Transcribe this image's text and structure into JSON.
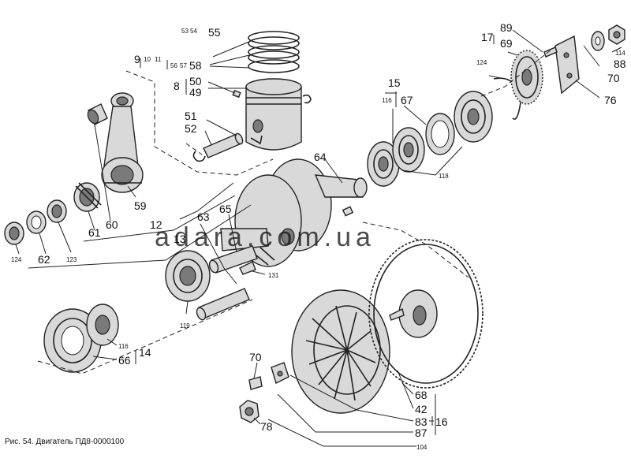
{
  "caption": "Рис. 54. Двигатель ПД8-0000100",
  "watermark": "adara.com.ua",
  "labels": {
    "l55": "55",
    "l53": "53",
    "l54": "54",
    "l9": "9",
    "l10": "10",
    "l11": "11",
    "l56": "56",
    "l57": "57",
    "l58": "58",
    "l8": "8",
    "l50": "50",
    "l49": "49",
    "l51": "51",
    "l52": "52",
    "l64": "64",
    "l15": "15",
    "l116a": "116",
    "l67": "67",
    "l118": "118",
    "l124a": "124",
    "l17": "17",
    "l89": "89",
    "l69": "69",
    "l114": "114",
    "l88": "88",
    "l70a": "70",
    "l76": "76",
    "l59": "59",
    "l60": "60",
    "l61": "61",
    "l12": "12",
    "l13": "13",
    "l63": "63",
    "l65": "65",
    "l124b": "124",
    "l62": "62",
    "l123": "123",
    "l131": "131",
    "l119": "119",
    "l116b": "116",
    "l14": "14",
    "l66": "66",
    "l70b": "70",
    "l78": "78",
    "l68": "68",
    "l42": "42",
    "l16": "16",
    "l83": "83",
    "l87": "87",
    "l104": "104"
  },
  "colors": {
    "ink": "#222222",
    "fill": "#d9d9d9",
    "watermark": "#b8b8b8"
  }
}
